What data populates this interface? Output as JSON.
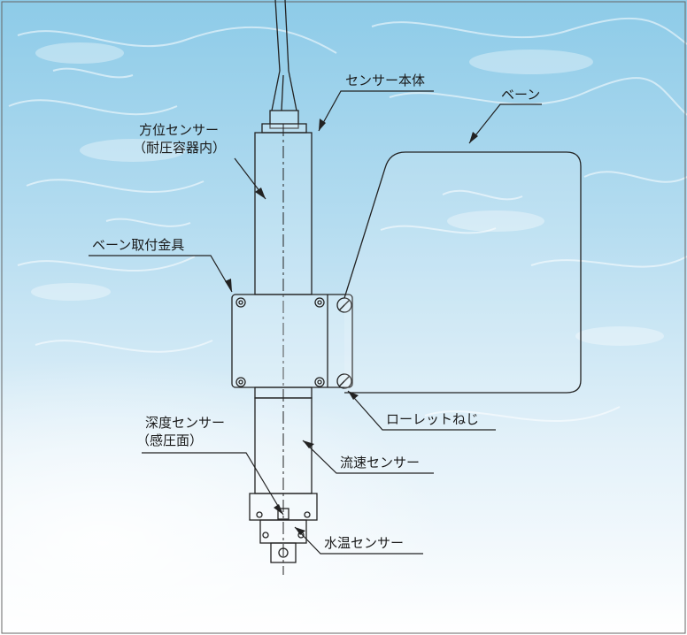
{
  "labels": {
    "sensor_body": "センサー本体",
    "vane": "ベーン",
    "direction_sensor_line1": "方位センサー",
    "direction_sensor_line2": "（耐圧容器内）",
    "vane_bracket": "ベーン取付金具",
    "knurled_screw": "ローレットねじ",
    "depth_sensor_line1": "深度センサー",
    "depth_sensor_line2": "（感圧面）",
    "flow_sensor": "流速センサー",
    "water_temp_sensor": "水温センサー"
  },
  "colors": {
    "water_light": "#eaf5fb",
    "water_mid": "#bfe0f1",
    "water_deep": "#7fc3e4",
    "line": "#222222",
    "frame": "#555555"
  }
}
